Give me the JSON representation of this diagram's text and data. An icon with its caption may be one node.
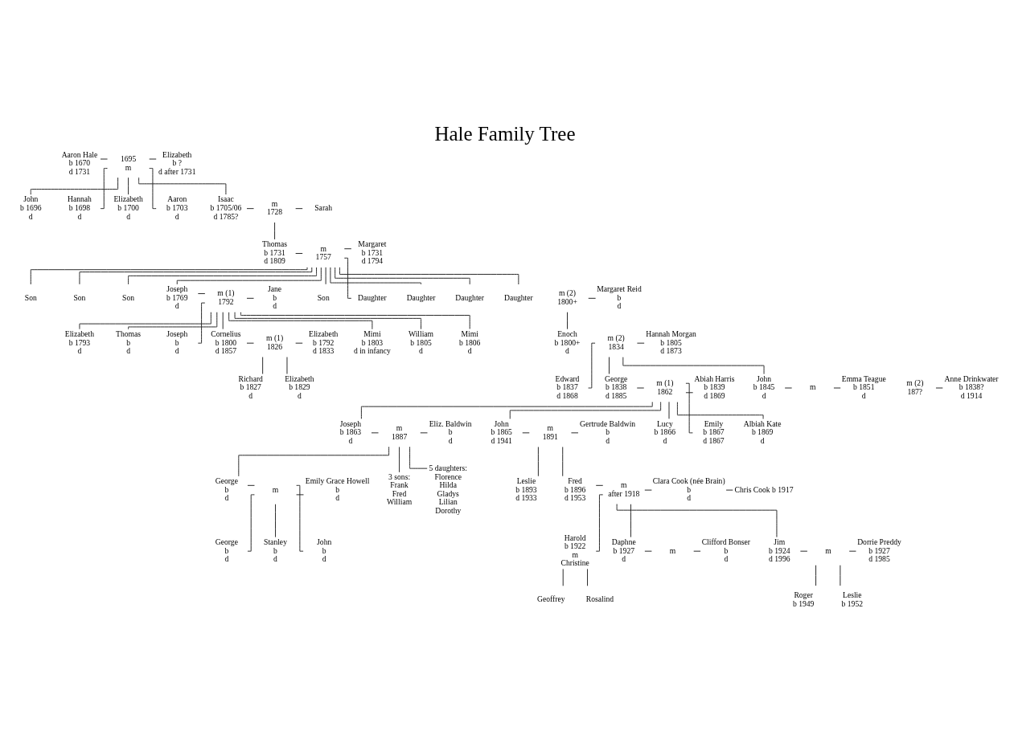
{
  "diagram": {
    "title": "Hale Family Tree",
    "nodes": [
      {
        "text": [
          "Aaron Hale",
          "b 1670",
          "d 1731"
        ]
      },
      {
        "text": [
          "1695",
          "m"
        ]
      },
      {
        "text": [
          "Elizabeth",
          "b ?",
          "d after 1731"
        ]
      },
      {
        "text": [
          "John",
          "b 1696",
          "d"
        ]
      },
      {
        "text": [
          "Hannah",
          "b 1698",
          "d"
        ]
      },
      {
        "text": [
          "Elizabeth",
          "b 1700",
          "d"
        ]
      },
      {
        "text": [
          "Aaron",
          "b 1703",
          "d"
        ]
      },
      {
        "text": [
          "Isaac",
          "b 1705/06",
          "d 1785?"
        ]
      },
      {
        "text": [
          "m",
          "1728"
        ]
      },
      {
        "text": [
          "Sarah"
        ]
      },
      {
        "text": [
          "Thomas",
          "b 1731",
          "d 1809"
        ]
      },
      {
        "text": [
          "m",
          "1757"
        ]
      },
      {
        "text": [
          "Margaret",
          "b 1731",
          "d 1794"
        ]
      },
      {
        "text": [
          "Son"
        ]
      },
      {
        "text": [
          "Son"
        ]
      },
      {
        "text": [
          "Son"
        ]
      },
      {
        "text": [
          "Joseph",
          "b 1769",
          "d"
        ]
      },
      {
        "text": [
          "m (1)",
          "1792"
        ]
      },
      {
        "text": [
          "Jane",
          "b",
          "d"
        ]
      },
      {
        "text": [
          "m (2)",
          "1800+"
        ]
      },
      {
        "text": [
          "Margaret Reid",
          "b",
          "d"
        ]
      },
      {
        "text": [
          "Son"
        ]
      },
      {
        "text": [
          "Daughter"
        ]
      },
      {
        "text": [
          "Daughter"
        ]
      },
      {
        "text": [
          "Daughter"
        ]
      },
      {
        "text": [
          "Daughter"
        ]
      },
      {
        "text": [
          "Enoch",
          "b 1800+",
          "d"
        ]
      },
      {
        "text": [
          "Elizabeth",
          "b 1793",
          "d"
        ]
      },
      {
        "text": [
          "Thomas",
          "b",
          "d"
        ]
      },
      {
        "text": [
          "Joseph",
          "b",
          "d"
        ]
      },
      {
        "text": [
          "Cornelius",
          "b 1800",
          "d 1857"
        ]
      },
      {
        "text": [
          "m (1)",
          "1826"
        ]
      },
      {
        "text": [
          "Elizabeth",
          "b 1792",
          "d 1833"
        ]
      },
      {
        "text": [
          "m (2)",
          "1834"
        ]
      },
      {
        "text": [
          "Hannah Morgan",
          "b 1805",
          "d 1873"
        ]
      },
      {
        "text": [
          "Mimi",
          "b 1803",
          "d in infancy"
        ]
      },
      {
        "text": [
          "William",
          "b 1805",
          "d"
        ]
      },
      {
        "text": [
          "Mimi",
          "b 1806",
          "d"
        ]
      },
      {
        "text": [
          "Richard",
          "b 1827",
          "d"
        ]
      },
      {
        "text": [
          "Elizabeth",
          "b 1829",
          "d"
        ]
      },
      {
        "text": [
          "Edward",
          "b 1837",
          "d 1868"
        ]
      },
      {
        "text": [
          "George",
          "b 1838",
          "d 1885"
        ]
      },
      {
        "text": [
          "m (1)",
          "1862"
        ]
      },
      {
        "text": [
          "Abiah Harris",
          "b 1839",
          "d 1869"
        ]
      },
      {
        "text": [
          "m (2)",
          "187?"
        ]
      },
      {
        "text": [
          "Anne Drinkwater",
          "b 1838?",
          "d 1914"
        ]
      },
      {
        "text": [
          "John",
          "b 1845",
          "d"
        ]
      },
      {
        "text": [
          "m"
        ]
      },
      {
        "text": [
          "Emma Teague",
          "b 1851",
          "d"
        ]
      },
      {
        "text": [
          "Joseph",
          "b 1863",
          "d"
        ]
      },
      {
        "text": [
          "m",
          "1887"
        ]
      },
      {
        "text": [
          "Eliz. Baldwin",
          "b",
          "d"
        ]
      },
      {
        "text": [
          "John",
          "b 1865",
          "d 1941"
        ]
      },
      {
        "text": [
          "m",
          "1891"
        ]
      },
      {
        "text": [
          "Gertrude Baldwin",
          "b",
          "d"
        ]
      },
      {
        "text": [
          "Lucy",
          "b 1866",
          "d"
        ]
      },
      {
        "text": [
          "Emily",
          "b 1867",
          "d 1867"
        ]
      },
      {
        "text": [
          "Albiah Kate",
          "b 1869",
          "d"
        ]
      },
      {
        "text": [
          "George",
          "b",
          "d"
        ]
      },
      {
        "text": [
          "m"
        ]
      },
      {
        "text": [
          "Emily Grace Howell",
          "b",
          "d"
        ]
      },
      {
        "text": [
          "3 sons:",
          "Frank",
          "Fred",
          "William"
        ]
      },
      {
        "text": [
          "5 daughters:",
          "Florence",
          "Hilda",
          "Gladys",
          "Lilian",
          "Dorothy"
        ]
      },
      {
        "text": [
          "George",
          "b",
          "d"
        ]
      },
      {
        "text": [
          "Stanley",
          "b",
          "d"
        ]
      },
      {
        "text": [
          "John",
          "b",
          "d"
        ]
      },
      {
        "text": [
          "Leslie",
          "b 1893",
          "d 1933"
        ]
      },
      {
        "text": [
          "Fred",
          "b 1896",
          "d 1953"
        ]
      },
      {
        "text": [
          "m",
          "after 1918"
        ]
      },
      {
        "text": [
          "Clara Cook (née Brain)",
          "b",
          "d"
        ]
      },
      {
        "text": [
          "Chris Cook b 1917"
        ]
      },
      {
        "text": [
          "Harold",
          "b 1922",
          "m",
          "Christine"
        ]
      },
      {
        "text": [
          "Daphne",
          "b 1927",
          "d"
        ]
      },
      {
        "text": [
          "m"
        ]
      },
      {
        "text": [
          "Clifford Bonser",
          "b",
          "d"
        ]
      },
      {
        "text": [
          "Jim",
          "b 1924",
          "d 1996"
        ]
      },
      {
        "text": [
          "m"
        ]
      },
      {
        "text": [
          "Dorrie Preddy",
          "b 1927",
          "d 1985"
        ]
      },
      {
        "text": [
          "Roger",
          "b 1949"
        ]
      },
      {
        "text": [
          "Leslie",
          "b 1952"
        ]
      },
      {
        "text": [
          "Geoffrey"
        ]
      },
      {
        "text": [
          "Rosalind"
        ]
      }
    ],
    "edges": [
      {
        "from": 0,
        "to": 1,
        "arrow": "none"
      },
      {
        "from": 1,
        "to": 2,
        "arrow": "none"
      },
      {
        "from": 1,
        "to": 3,
        "arrow": "none"
      },
      {
        "from": 1,
        "to": 4,
        "arrow": "none"
      },
      {
        "from": 1,
        "to": 5,
        "arrow": "none"
      },
      {
        "from": 1,
        "to": 6,
        "arrow": "none"
      },
      {
        "from": 1,
        "to": 7,
        "arrow": "none"
      },
      {
        "from": 7,
        "to": 8,
        "arrow": "none"
      },
      {
        "from": 8,
        "to": 9,
        "arrow": "none"
      },
      {
        "from": 8,
        "to": 10,
        "arrow": "none"
      },
      {
        "from": 10,
        "to": 11,
        "arrow": "none"
      },
      {
        "from": 11,
        "to": 12,
        "arrow": "none"
      },
      {
        "from": 11,
        "to": 13,
        "arrow": "none"
      },
      {
        "from": 11,
        "to": 14,
        "arrow": "none"
      },
      {
        "from": 11,
        "to": 15,
        "arrow": "none"
      },
      {
        "from": 11,
        "to": 16,
        "arrow": "none"
      },
      {
        "from": 11,
        "to": 21,
        "arrow": "none"
      },
      {
        "from": 11,
        "to": 22,
        "arrow": "none"
      },
      {
        "from": 11,
        "to": 23,
        "arrow": "none"
      },
      {
        "from": 11,
        "to": 24,
        "arrow": "none"
      },
      {
        "from": 11,
        "to": 25,
        "arrow": "none"
      },
      {
        "from": 16,
        "to": 17,
        "arrow": "none"
      },
      {
        "from": 17,
        "to": 18,
        "arrow": "none"
      },
      {
        "from": 19,
        "to": 20,
        "arrow": "none"
      },
      {
        "from": 19,
        "to": 26,
        "arrow": "none"
      },
      {
        "from": 17,
        "to": 27,
        "arrow": "none"
      },
      {
        "from": 17,
        "to": 28,
        "arrow": "none"
      },
      {
        "from": 17,
        "to": 29,
        "arrow": "none"
      },
      {
        "from": 17,
        "to": 30,
        "arrow": "none"
      },
      {
        "from": 17,
        "to": 35,
        "arrow": "none"
      },
      {
        "from": 17,
        "to": 36,
        "arrow": "none"
      },
      {
        "from": 17,
        "to": 37,
        "arrow": "none"
      },
      {
        "from": 30,
        "to": 31,
        "arrow": "none"
      },
      {
        "from": 31,
        "to": 32,
        "arrow": "none"
      },
      {
        "from": 33,
        "to": 34,
        "arrow": "none"
      },
      {
        "from": 31,
        "to": 38,
        "arrow": "none"
      },
      {
        "from": 31,
        "to": 39,
        "arrow": "none"
      },
      {
        "from": 33,
        "to": 40,
        "arrow": "none"
      },
      {
        "from": 33,
        "to": 41,
        "arrow": "none"
      },
      {
        "from": 33,
        "to": 46,
        "arrow": "none"
      },
      {
        "from": 41,
        "to": 42,
        "arrow": "none"
      },
      {
        "from": 42,
        "to": 43,
        "arrow": "none"
      },
      {
        "from": 44,
        "to": 45,
        "arrow": "none"
      },
      {
        "from": 46,
        "to": 47,
        "arrow": "none"
      },
      {
        "from": 47,
        "to": 48,
        "arrow": "none"
      },
      {
        "from": 42,
        "to": 49,
        "arrow": "none"
      },
      {
        "from": 42,
        "to": 52,
        "arrow": "none"
      },
      {
        "from": 42,
        "to": 55,
        "arrow": "none"
      },
      {
        "from": 42,
        "to": 56,
        "arrow": "none"
      },
      {
        "from": 42,
        "to": 57,
        "arrow": "none"
      },
      {
        "from": 49,
        "to": 50,
        "arrow": "none"
      },
      {
        "from": 50,
        "to": 51,
        "arrow": "none"
      },
      {
        "from": 50,
        "to": 58,
        "arrow": "none"
      },
      {
        "from": 50,
        "to": 61,
        "arrow": "none"
      },
      {
        "from": 50,
        "to": 62,
        "arrow": "none"
      },
      {
        "from": 58,
        "to": 59,
        "arrow": "none"
      },
      {
        "from": 59,
        "to": 60,
        "arrow": "none"
      },
      {
        "from": 59,
        "to": 63,
        "arrow": "none"
      },
      {
        "from": 59,
        "to": 64,
        "arrow": "none"
      },
      {
        "from": 59,
        "to": 65,
        "arrow": "none"
      },
      {
        "from": 52,
        "to": 53,
        "arrow": "none"
      },
      {
        "from": 53,
        "to": 54,
        "arrow": "none"
      },
      {
        "from": 53,
        "to": 66,
        "arrow": "none"
      },
      {
        "from": 53,
        "to": 67,
        "arrow": "none"
      },
      {
        "from": 67,
        "to": 68,
        "arrow": "none"
      },
      {
        "from": 68,
        "to": 69,
        "arrow": "none"
      },
      {
        "from": 69,
        "to": 70,
        "arrow": "none"
      },
      {
        "from": 68,
        "to": 71,
        "arrow": "none"
      },
      {
        "from": 68,
        "to": 72,
        "arrow": "none"
      },
      {
        "from": 68,
        "to": 75,
        "arrow": "none"
      },
      {
        "from": 71,
        "to": 80,
        "arrow": "none"
      },
      {
        "from": 71,
        "to": 81,
        "arrow": "none"
      },
      {
        "from": 72,
        "to": 73,
        "arrow": "none"
      },
      {
        "from": 73,
        "to": 74,
        "arrow": "none"
      },
      {
        "from": 75,
        "to": 76,
        "arrow": "none"
      },
      {
        "from": 76,
        "to": 77,
        "arrow": "none"
      },
      {
        "from": 76,
        "to": 78,
        "arrow": "none"
      },
      {
        "from": 76,
        "to": 79,
        "arrow": "none"
      }
    ]
  }
}
